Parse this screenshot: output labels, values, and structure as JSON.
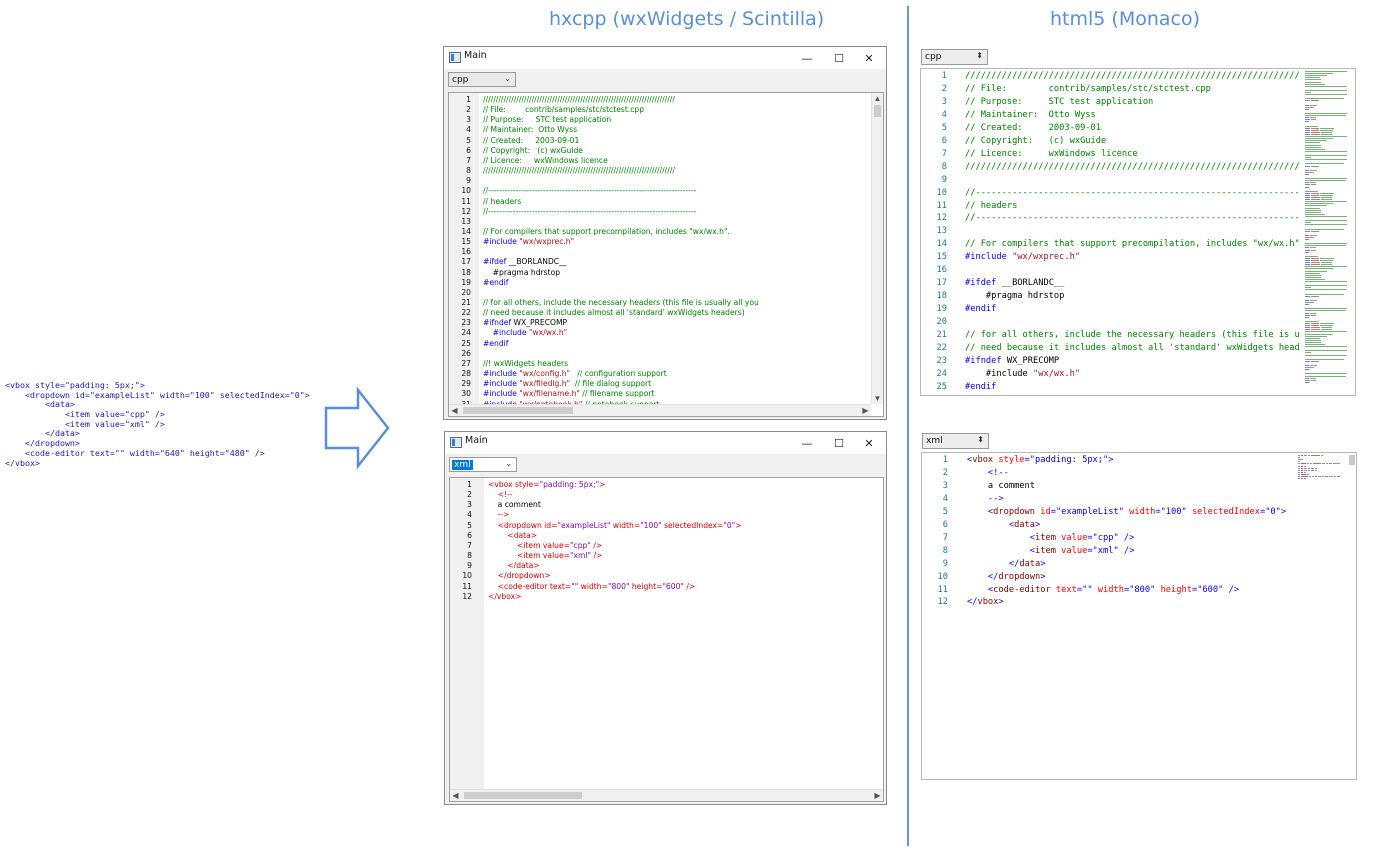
{
  "headings": {
    "left": "hxcpp (wxWidgets / Scintilla)",
    "right": "html5 (Monaco)"
  },
  "source_xml": [
    [
      [
        "t",
        "<vbox style=\"padding: 5px;\">"
      ]
    ],
    [
      [
        "t",
        "    <dropdown id=\"exampleList\" width=\"100\" selectedIndex=\"0\">"
      ]
    ],
    [
      [
        "t",
        "        <data>"
      ]
    ],
    [
      [
        "t",
        "            <item value=\"cpp\" />"
      ]
    ],
    [
      [
        "t",
        "            <item value=\"xml\" />"
      ]
    ],
    [
      [
        "t",
        "        </data>"
      ]
    ],
    [
      [
        "t",
        "    </dropdown>"
      ]
    ],
    [
      [
        "t",
        "    <code-editor text=\"\" width=\"640\" height=\"480\" />"
      ]
    ],
    [
      [
        "t",
        "</vbox>"
      ]
    ]
  ],
  "window_title": "Main",
  "window_buttons": {
    "minimize": "—",
    "maximize": "☐",
    "close": "✕"
  },
  "dropdowns": {
    "cpp": "cpp",
    "xml": "xml"
  },
  "scroll_arrows": {
    "up": "▲",
    "down": "▼",
    "left": "◀",
    "right": "▶",
    "updown": "⬍"
  },
  "sci_cpp_lines": [
    [
      [
        "comment",
        "///////////////////////////////////////////////////////////////////////////"
      ]
    ],
    [
      [
        "comment",
        "// File:        contrib/samples/stc/stctest.cpp"
      ]
    ],
    [
      [
        "comment",
        "// Purpose:     STC test application"
      ]
    ],
    [
      [
        "comment",
        "// Maintainer:  Otto Wyss"
      ]
    ],
    [
      [
        "comment",
        "// Created:     2003-09-01"
      ]
    ],
    [
      [
        "comment",
        "// Copyright:   (c) wxGuide"
      ]
    ],
    [
      [
        "comment",
        "// Licence:     wxWindows licence"
      ]
    ],
    [
      [
        "comment",
        "///////////////////////////////////////////////////////////////////////////"
      ]
    ],
    [],
    [
      [
        "comment",
        "//----------------------------------------------------------------------------"
      ]
    ],
    [
      [
        "comment",
        "// headers"
      ]
    ],
    [
      [
        "comment",
        "//----------------------------------------------------------------------------"
      ]
    ],
    [],
    [
      [
        "comment",
        "// For compilers that support precompilation, includes \"wx/wx.h\"."
      ]
    ],
    [
      [
        "pp",
        "#include "
      ],
      [
        "str",
        "\"wx/wxprec.h\""
      ]
    ],
    [],
    [
      [
        "pp",
        "#ifdef "
      ],
      [
        "text",
        "__BORLANDC__"
      ]
    ],
    [
      [
        "text",
        "    #pragma hdrstop"
      ]
    ],
    [
      [
        "pp",
        "#endif"
      ]
    ],
    [],
    [
      [
        "comment",
        "// for all others, include the necessary headers (this file is usually all you"
      ]
    ],
    [
      [
        "comment",
        "// need because it includes almost all 'standard' wxWidgets headers)"
      ]
    ],
    [
      [
        "pp",
        "#ifndef "
      ],
      [
        "text",
        "WX_PRECOMP"
      ]
    ],
    [
      [
        "pp",
        "    #include "
      ],
      [
        "str",
        "\"wx/wx.h\""
      ]
    ],
    [
      [
        "pp",
        "#endif"
      ]
    ],
    [],
    [
      [
        "comment",
        "//! wxWidgets headers"
      ]
    ],
    [
      [
        "pp",
        "#include "
      ],
      [
        "str",
        "\"wx/config.h\""
      ],
      [
        "comment",
        "   // configuration support"
      ]
    ],
    [
      [
        "pp",
        "#include "
      ],
      [
        "str",
        "\"wx/filedlg.h\""
      ],
      [
        "comment",
        "  // file dialog support"
      ]
    ],
    [
      [
        "pp",
        "#include "
      ],
      [
        "str",
        "\"wx/filename.h\""
      ],
      [
        "comment",
        " // filename support"
      ]
    ],
    [
      [
        "pp",
        "#include "
      ],
      [
        "str",
        "\"wx/notebook.h\""
      ],
      [
        "comment",
        " // notebook support"
      ]
    ]
  ],
  "mon_cpp_lines": [
    [
      [
        "comment",
        "//////////////////////////////////////////////////////////////////////////////"
      ]
    ],
    [
      [
        "comment",
        "// File:        contrib/samples/stc/stctest.cpp"
      ]
    ],
    [
      [
        "comment",
        "// Purpose:     STC test application"
      ]
    ],
    [
      [
        "comment",
        "// Maintainer:  Otto Wyss"
      ]
    ],
    [
      [
        "comment",
        "// Created:     2003-09-01"
      ]
    ],
    [
      [
        "comment",
        "// Copyright:   (c) wxGuide"
      ]
    ],
    [
      [
        "comment",
        "// Licence:     wxWindows licence"
      ]
    ],
    [
      [
        "comment",
        "//////////////////////////////////////////////////////////////////////////////"
      ]
    ],
    [],
    [
      [
        "comment",
        "//----------------------------------------------------------------------------"
      ]
    ],
    [
      [
        "comment",
        "// headers"
      ]
    ],
    [
      [
        "comment",
        "//----------------------------------------------------------------------------"
      ]
    ],
    [],
    [
      [
        "comment",
        "// For compilers that support precompilation, includes \"wx/wx.h\"."
      ]
    ],
    [
      [
        "pp",
        "#include "
      ],
      [
        "str",
        "\"wx/wxprec.h\""
      ]
    ],
    [],
    [
      [
        "pp",
        "#ifdef "
      ],
      [
        "text",
        "__BORLANDC__"
      ]
    ],
    [
      [
        "text",
        "    #pragma hdrstop"
      ]
    ],
    [
      [
        "pp",
        "#endif"
      ]
    ],
    [],
    [
      [
        "comment",
        "// for all others, include the necessary headers (this file is usually all you"
      ]
    ],
    [
      [
        "comment",
        "// need because it includes almost all 'standard' wxWidgets headers)"
      ]
    ],
    [
      [
        "pp",
        "#ifndef "
      ],
      [
        "text",
        "WX_PRECOMP"
      ]
    ],
    [
      [
        "text",
        "    #include "
      ],
      [
        "str",
        "\"wx/wx.h\""
      ]
    ],
    [
      [
        "pp",
        "#endif"
      ]
    ]
  ],
  "xml_lines": [
    [
      [
        "punc",
        "<"
      ],
      [
        "tag",
        "vbox"
      ],
      [
        "attr",
        " style"
      ],
      [
        "punc",
        "="
      ],
      [
        "aval",
        "\"padding: 5px;\""
      ],
      [
        "punc",
        ">"
      ]
    ],
    [
      [
        "punc",
        "    <!--"
      ]
    ],
    [
      [
        "xtext",
        "    a comment"
      ]
    ],
    [
      [
        "punc",
        "    -->"
      ]
    ],
    [
      [
        "punc",
        "    <"
      ],
      [
        "tag",
        "dropdown"
      ],
      [
        "attr",
        " id"
      ],
      [
        "punc",
        "="
      ],
      [
        "aval",
        "\"exampleList\""
      ],
      [
        "attr",
        " width"
      ],
      [
        "punc",
        "="
      ],
      [
        "aval",
        "\"100\""
      ],
      [
        "attr",
        " selectedIndex"
      ],
      [
        "punc",
        "="
      ],
      [
        "aval",
        "\"0\""
      ],
      [
        "punc",
        ">"
      ]
    ],
    [
      [
        "punc",
        "        <"
      ],
      [
        "tag",
        "data"
      ],
      [
        "punc",
        ">"
      ]
    ],
    [
      [
        "punc",
        "            <"
      ],
      [
        "tag",
        "item"
      ],
      [
        "attr",
        " value"
      ],
      [
        "punc",
        "="
      ],
      [
        "aval",
        "\"cpp\""
      ],
      [
        "punc",
        " />"
      ]
    ],
    [
      [
        "punc",
        "            <"
      ],
      [
        "tag",
        "item"
      ],
      [
        "attr",
        " value"
      ],
      [
        "punc",
        "="
      ],
      [
        "aval",
        "\"xml\""
      ],
      [
        "punc",
        " />"
      ]
    ],
    [
      [
        "punc",
        "        </"
      ],
      [
        "tag",
        "data"
      ],
      [
        "punc",
        ">"
      ]
    ],
    [
      [
        "punc",
        "    </"
      ],
      [
        "tag",
        "dropdown"
      ],
      [
        "punc",
        ">"
      ]
    ],
    [
      [
        "punc",
        "    <"
      ],
      [
        "tag",
        "code-editor"
      ],
      [
        "attr",
        " text"
      ],
      [
        "punc",
        "="
      ],
      [
        "aval",
        "\"\""
      ],
      [
        "attr",
        " width"
      ],
      [
        "punc",
        "="
      ],
      [
        "aval",
        "\"800\""
      ],
      [
        "attr",
        " height"
      ],
      [
        "punc",
        "="
      ],
      [
        "aval",
        "\"600\""
      ],
      [
        "punc",
        " />"
      ]
    ],
    [
      [
        "punc",
        "</"
      ],
      [
        "tag",
        "vbox"
      ],
      [
        "punc",
        ">"
      ]
    ]
  ]
}
